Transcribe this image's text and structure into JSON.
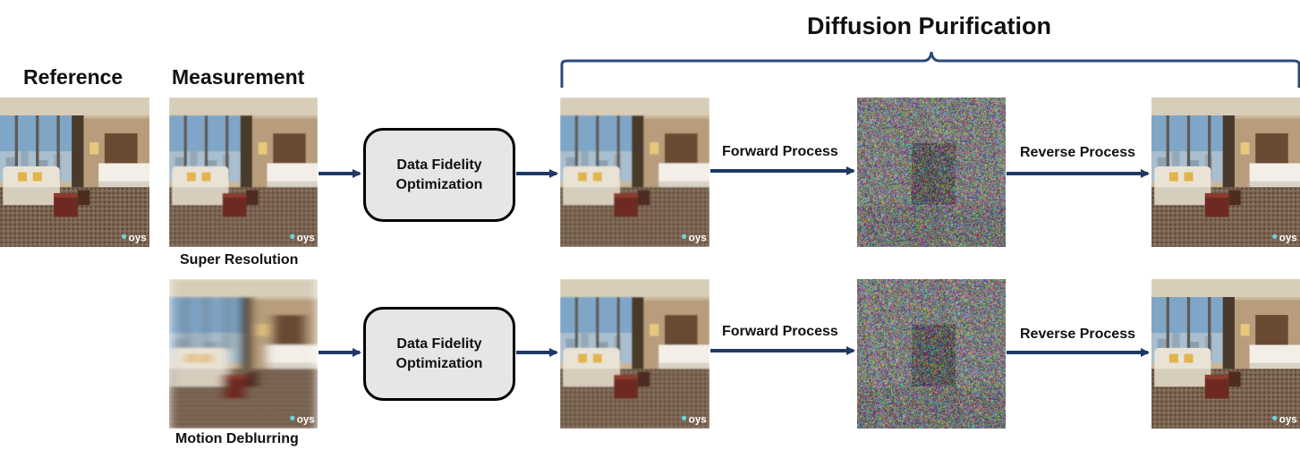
{
  "header": {
    "reference": "Reference",
    "measurement": "Measurement",
    "diffusion_purification": "Diffusion Purification"
  },
  "rows": [
    {
      "task_label": "Super Resolution",
      "box_line1": "Data Fidelity",
      "box_line2": "Optimization",
      "forward_label": "Forward Process",
      "reverse_label": "Reverse Process"
    },
    {
      "task_label": "Motion Deblurring",
      "box_line1": "Data Fidelity",
      "box_line2": "Optimization",
      "forward_label": "Forward Process",
      "reverse_label": "Reverse Process"
    }
  ],
  "watermark": "oys",
  "colors": {
    "arrow": "#1f3864",
    "brace": "#2e4a7a",
    "box_fill": "#e6e6e6"
  }
}
